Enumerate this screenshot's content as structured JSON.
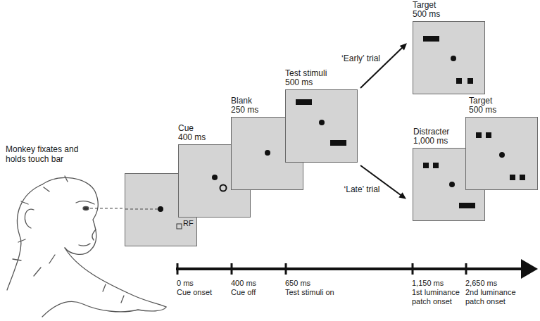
{
  "diagram": {
    "nodes": [
      {
        "text": [
          "RF"
        ]
      },
      {
        "text": [
          "Cue",
          "400 ms"
        ]
      },
      {
        "text": [
          "Blank",
          "250 ms"
        ]
      },
      {
        "text": [
          "Test stimuli",
          "500 ms"
        ]
      },
      {
        "text": [
          "Target",
          "500 ms"
        ]
      },
      {
        "text": [
          "Distracter",
          "1,000 ms"
        ]
      },
      {
        "text": [
          "Target",
          "500 ms"
        ]
      }
    ],
    "edges": [
      {
        "from": 3,
        "to": 4,
        "arrow": "to",
        "label": "‘Early’ trial"
      },
      {
        "from": 3,
        "to": 5,
        "arrow": "to",
        "label": "‘Late’ trial"
      }
    ],
    "labels": [
      "Monkey fixates and holds touch bar",
      "0 ms",
      "Cue onset",
      "400 ms",
      "Cue off",
      "650 ms",
      "Test stimuli on",
      "1,150 ms",
      "1st luminance patch onset",
      "2,650 ms",
      "2nd luminance patch onset"
    ]
  }
}
